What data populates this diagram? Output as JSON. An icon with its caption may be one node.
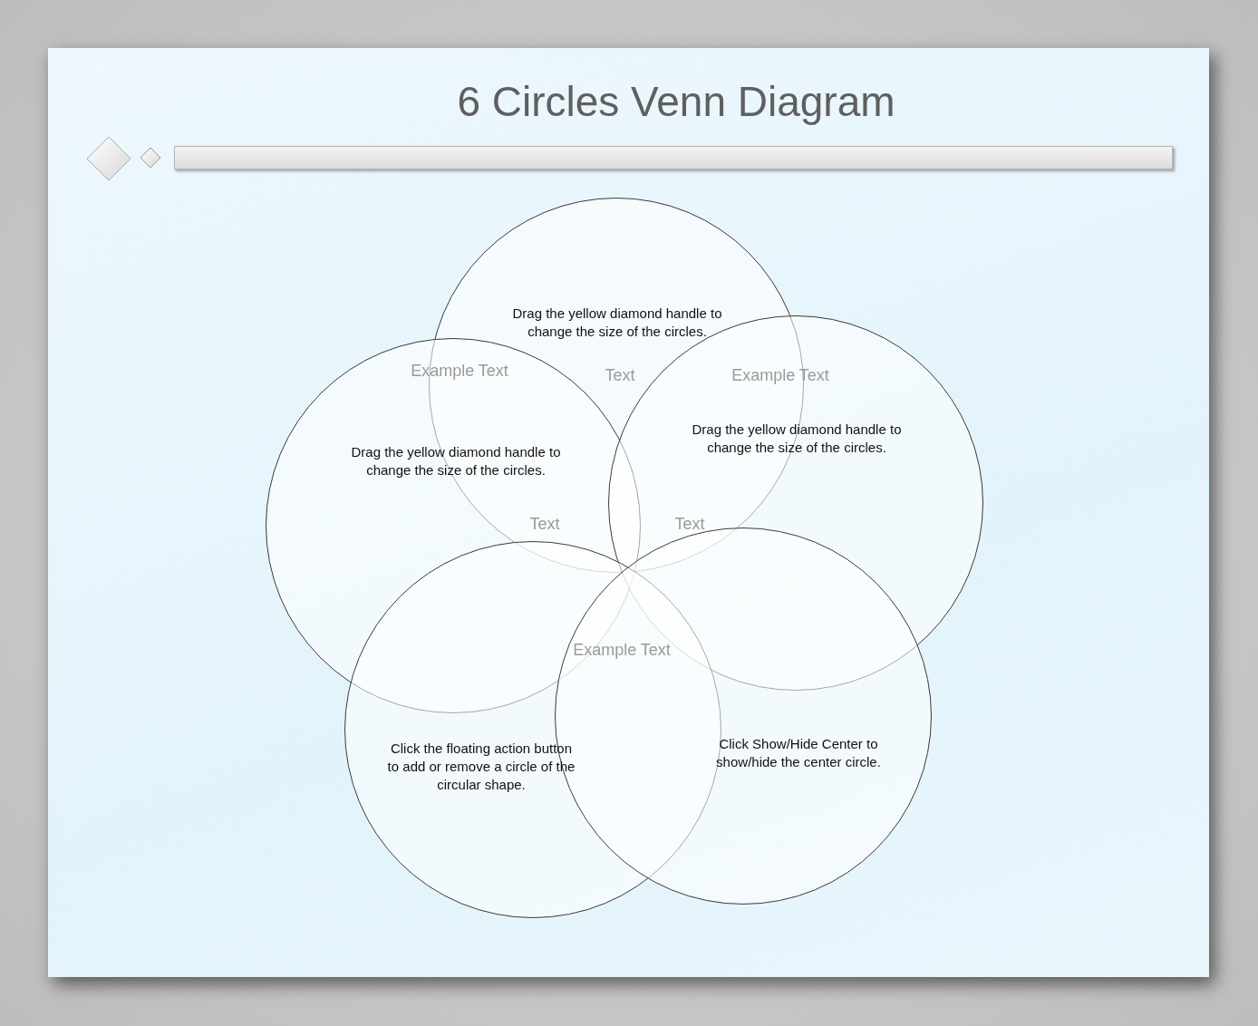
{
  "diagram": {
    "title": "6 Circles Venn Diagram",
    "nodes": [
      {
        "text": [
          "Drag the yellow diamond handle to change the size of the circles."
        ]
      },
      {
        "text": [
          "Drag the yellow diamond handle to change the size of the circles."
        ]
      },
      {
        "text": [
          "Drag the yellow diamond handle to change the size of the circles."
        ]
      },
      {
        "text": [
          "Click the floating action button to add or remove a circle of the circular shape."
        ]
      },
      {
        "text": [
          "Click Show/Hide Center to show/hide the center circle."
        ]
      }
    ],
    "labels": [
      "Example Text",
      "Text",
      "Example Text",
      "Text",
      "Text",
      "Example Text"
    ]
  }
}
